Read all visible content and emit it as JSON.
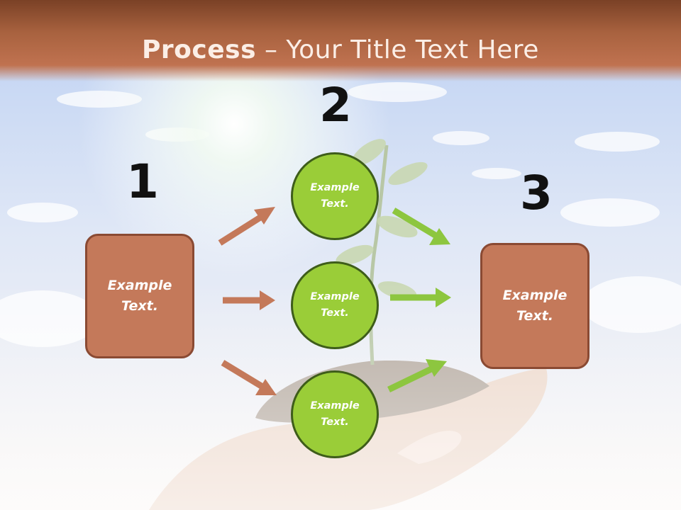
{
  "title": {
    "bold": "Process",
    "rest": " – Your Title Text Here"
  },
  "steps": [
    {
      "number": "1",
      "text_line1": "Example",
      "text_line2": "Text."
    },
    {
      "number": "2"
    },
    {
      "number": "3",
      "text_line1": "Example",
      "text_line2": "Text."
    }
  ],
  "circles": [
    {
      "text_line1": "Example",
      "text_line2": "Text."
    },
    {
      "text_line1": "Example",
      "text_line2": "Text."
    },
    {
      "text_line1": "Example",
      "text_line2": "Text."
    }
  ],
  "colors": {
    "box_fill": "#c4795a",
    "circle_fill": "#9acd38",
    "arrow_brown": "#c4795a",
    "arrow_green": "#8dc63f",
    "title_bar": "#a8623f"
  }
}
